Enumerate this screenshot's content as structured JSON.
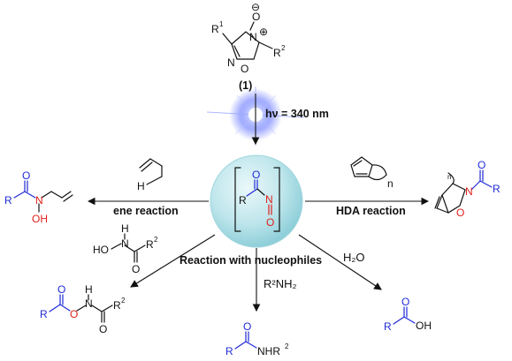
{
  "colors": {
    "acyl_blue": "#1f2bd6",
    "nitroso_red": "#e0201b",
    "sphere": "#bfe6ec",
    "flash": "#5a6cff"
  },
  "precursor": {
    "r1": "R",
    "r1_sup": "1",
    "r2": "R",
    "r2_sup": "2",
    "n_plus": "N",
    "plus_sign": "⊕",
    "o_minus": "O",
    "minus_sign": "⊖",
    "n_ring": "N",
    "o_ring": "O",
    "compound_label": "(1)"
  },
  "irradiation": {
    "label": "hν = 340 nm"
  },
  "intermediate": {
    "r": "R",
    "n": "N",
    "o1": "O",
    "o2": "O"
  },
  "reactions": {
    "ene": "ene reaction",
    "hda": "HDA reaction",
    "nucleophiles": "Reaction with nucleophiles",
    "water": "H₂O",
    "amine": "R²NH₂"
  },
  "reagents": {
    "hydroxamic": {
      "ho": "HO",
      "n": "N",
      "h": "H",
      "o": "O",
      "r": "R",
      "r_sup": "2"
    },
    "allyl_h": "H",
    "cyclodiene_n": "n"
  },
  "products": {
    "ene": {
      "r": "R",
      "o": "O",
      "n": "N",
      "oh": "OH"
    },
    "hda": {
      "r": "R",
      "o": "O",
      "n": "N",
      "o_ring": "O",
      "n_sub": "n"
    },
    "acyloxy": {
      "r": "R",
      "o1": "O",
      "o2": "O",
      "o3": "O",
      "n": "N",
      "h": "H",
      "r2": "R",
      "r2_sup": "2"
    },
    "amide": {
      "r": "R",
      "o": "O",
      "nhr": "NHR",
      "sup": "2"
    },
    "acid": {
      "r": "R",
      "o": "O",
      "oh": "OH"
    }
  }
}
